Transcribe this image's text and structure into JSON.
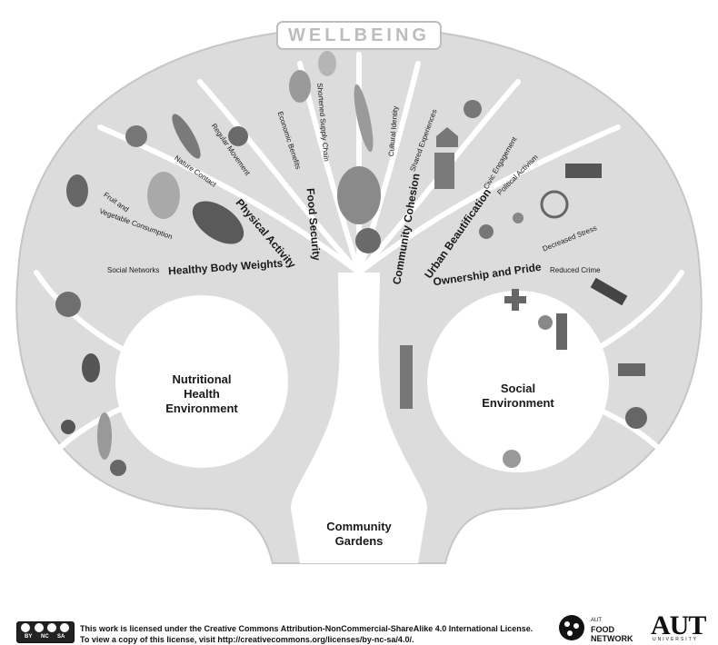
{
  "banner": {
    "title": "WELLBEING"
  },
  "trunk": {
    "label_line1": "Community",
    "label_line2": "Gardens"
  },
  "left_circle": {
    "line1": "Nutritional",
    "line2": "Health",
    "line3": "Environment"
  },
  "right_circle": {
    "line1": "Social",
    "line2": "Environment"
  },
  "branches": {
    "fruit_and": "Fruit and",
    "vegetable_consumption": "Vegetable Consumption",
    "social_networks": "Social Networks",
    "healthy_body_weights": "Healthy Body Weights",
    "nature_contact": "Nature Contact",
    "regular_movement": "Regular Movement",
    "physical_activity": "Physical Activity",
    "economic_benefits": "Economic Benefits",
    "food_security": "Food Security",
    "shortened_supply_chain": "Shortened Supply Chain",
    "cultural_identity": "Cultural Identity",
    "community_cohesion": "Community Cohesion",
    "shared_experiences": "Shared Experiences",
    "urban_beautification": "Urban Beautification",
    "civic_engagement": "Civic Engagement",
    "political_activism": "Political Activism",
    "decreased_stress": "Decreased Stress",
    "ownership_and_pride": "Ownership and Pride",
    "reduced_crime": "Reduced Crime"
  },
  "footer": {
    "license_line1": "This work is licensed under the Creative Commons Attribution-NonCommercial-ShareAlike 4.0 International License.",
    "license_line2": "To view a copy of this license, visit http://creativecommons.org/licenses/by-nc-sa/4.0/.",
    "cc_badge_by": "BY",
    "cc_badge_nc": "NC",
    "cc_badge_sa": "SA",
    "food_network_aut": "AUT",
    "food_network_line1": "FOOD",
    "food_network_line2": "NETWORK",
    "aut_logo": "AUT",
    "aut_university": "UNIVERSITY"
  },
  "colors": {
    "canopy": "#dcdcdc",
    "leaf_light": "#e9e9e9",
    "leaf_mid": "#bdbdbd",
    "trunk": "#ffffff",
    "ink": "#1a1a1a"
  },
  "icons": {
    "left_canopy": [
      "eggplant-icon",
      "bok-choy-icon",
      "carrot-icon",
      "tomato-icon",
      "pepper-icon",
      "cherries-icon",
      "corn-icon",
      "spring-onion-icon",
      "beet-icon",
      "pear-icon",
      "apple-icon"
    ],
    "right_canopy": [
      "tree-icon",
      "house-icon",
      "building-icon",
      "cyclist-icon",
      "couple-icon",
      "flower-icon",
      "road-icon",
      "people-icon",
      "cross-icon",
      "tulip-icon"
    ],
    "center": [
      "potato-icon",
      "broccoli-icon",
      "leek-icon",
      "garlic-icon"
    ]
  }
}
